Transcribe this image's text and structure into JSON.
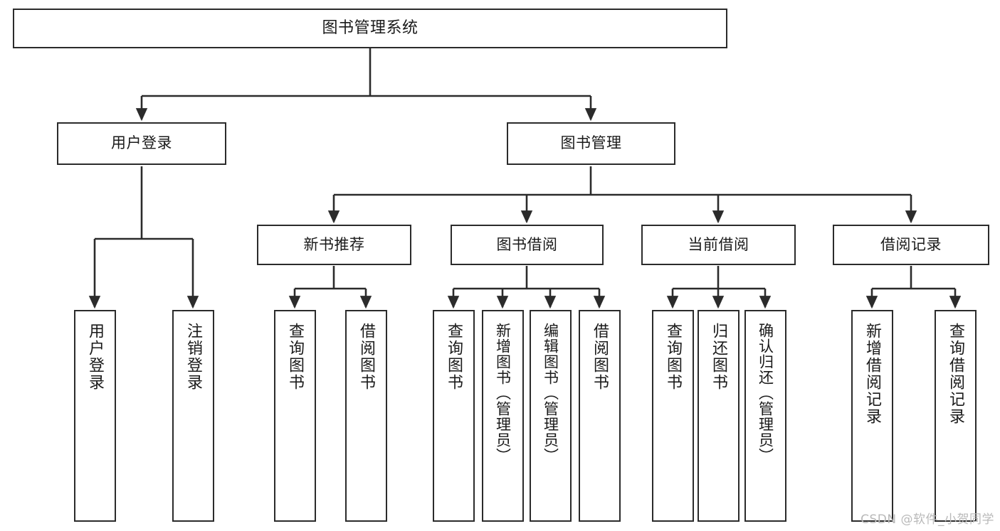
{
  "diagram": {
    "type": "tree-hierarchy",
    "title": "图书管理系统",
    "orientation": "top-down",
    "colors": {
      "box_border": "#2b2b2b",
      "box_fill": "#ffffff",
      "edge": "#2b2b2b",
      "text": "#1a1a1a",
      "watermark": "#b9b9b9",
      "background": "#ffffff"
    },
    "levels": {
      "level1": "系统根节点",
      "level2": "主模块",
      "level3": "子模块",
      "level4": "功能叶子节点"
    }
  },
  "nodes": {
    "root": {
      "label": "图书管理系统",
      "orientation": "horizontal"
    },
    "level2": [
      {
        "label": "用户登录",
        "orientation": "horizontal"
      },
      {
        "label": "图书管理",
        "orientation": "horizontal"
      }
    ],
    "level3": [
      {
        "label": "新书推荐",
        "orientation": "horizontal"
      },
      {
        "label": "图书借阅",
        "orientation": "horizontal"
      },
      {
        "label": "当前借阅",
        "orientation": "horizontal"
      },
      {
        "label": "借阅记录",
        "orientation": "horizontal"
      }
    ],
    "leaves_user_login": [
      {
        "label": "用户登录",
        "orientation": "vertical"
      },
      {
        "label": "注销登录",
        "orientation": "vertical"
      }
    ],
    "leaves_new_book": [
      {
        "label": "查询图书",
        "orientation": "vertical"
      },
      {
        "label": "借阅图书",
        "orientation": "vertical"
      }
    ],
    "leaves_borrow_book": [
      {
        "label": "查询图书",
        "orientation": "vertical"
      },
      {
        "label": "新增图书（管理员）",
        "orientation": "vertical"
      },
      {
        "label": "编辑图书（管理员）",
        "orientation": "vertical"
      },
      {
        "label": "借阅图书",
        "orientation": "vertical"
      }
    ],
    "leaves_current_borrow": [
      {
        "label": "查询图书",
        "orientation": "vertical"
      },
      {
        "label": "归还图书",
        "orientation": "vertical"
      },
      {
        "label": "确认归还（管理员）",
        "orientation": "vertical"
      }
    ],
    "leaves_borrow_record": [
      {
        "label": "新增借阅记录",
        "orientation": "vertical"
      },
      {
        "label": "查询借阅记录",
        "orientation": "vertical"
      }
    ]
  },
  "watermark": {
    "text": "CSDN @软件_小贺同学"
  }
}
